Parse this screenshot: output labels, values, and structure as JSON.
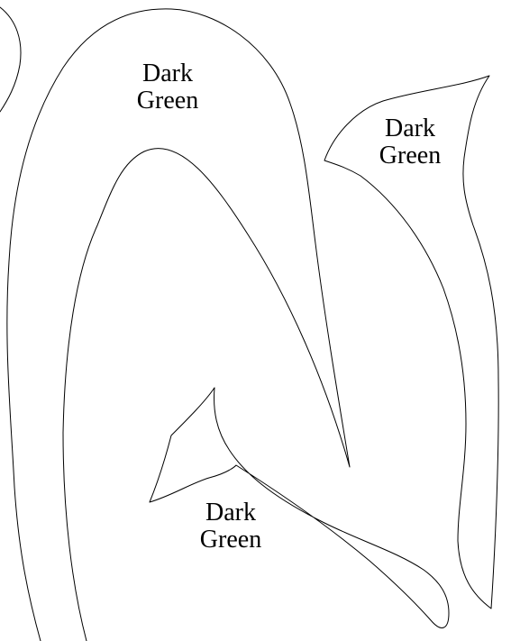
{
  "pieces": [
    {
      "name": "left-leaf-piece",
      "label_line1": "Dark",
      "label_line2": "Green"
    },
    {
      "name": "right-leaf-piece",
      "label_line1": "Dark",
      "label_line2": "Green"
    },
    {
      "name": "bottom-leaf-piece",
      "label_line1": "Dark",
      "label_line2": "Green"
    }
  ],
  "colors": {
    "background": "#ffffff",
    "outline": "#000000"
  }
}
